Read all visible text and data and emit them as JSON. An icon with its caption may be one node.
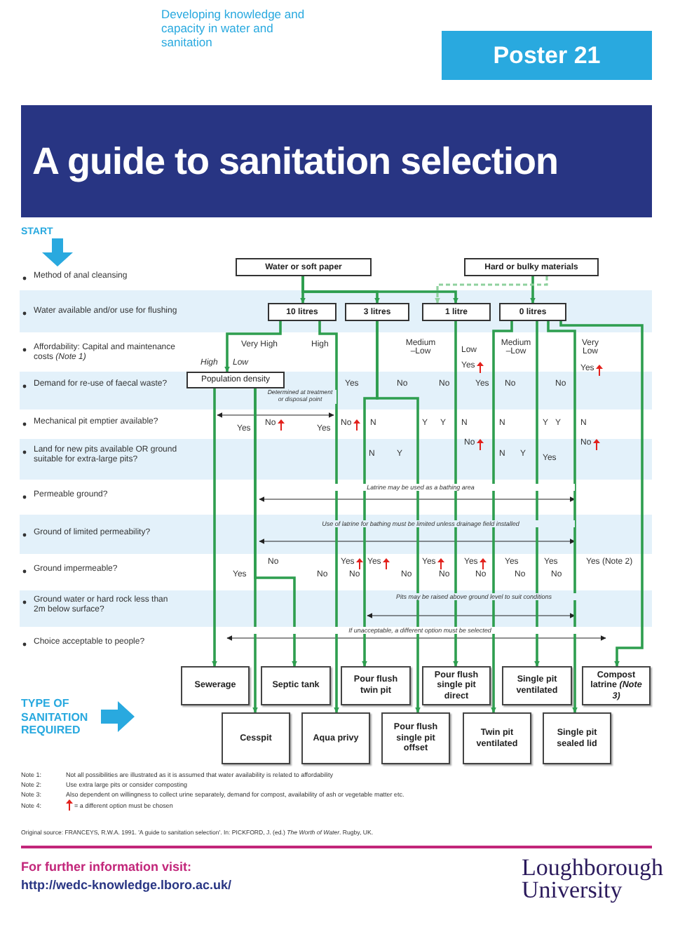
{
  "diagram": {
    "title": "A guide to sanitation selection",
    "nodes": [
      {
        "text": [
          "Water or soft paper"
        ]
      },
      {
        "text": [
          "Hard or bulky materials"
        ]
      },
      {
        "text": [
          "10 litres"
        ]
      },
      {
        "text": [
          "3 litres"
        ]
      },
      {
        "text": [
          "1 litre"
        ]
      },
      {
        "text": [
          "0 litres"
        ]
      },
      {
        "text": [
          "Population density"
        ]
      },
      {
        "text": [
          "Sewerage"
        ]
      },
      {
        "text": [
          "Septic tank"
        ]
      },
      {
        "text": [
          "Pour flush twin pit"
        ]
      },
      {
        "text": [
          "Pour flush single pit direct"
        ]
      },
      {
        "text": [
          "Single pit ventilated"
        ]
      },
      {
        "text": [
          "Compost latrine *(Note 3)*"
        ]
      },
      {
        "text": [
          "Cesspit"
        ]
      },
      {
        "text": [
          "Aqua privy"
        ]
      },
      {
        "text": [
          "Pour flush single pit offset"
        ]
      },
      {
        "text": [
          "Twin pit ventilated"
        ]
      },
      {
        "text": [
          "Single pit sealed lid"
        ]
      }
    ],
    "edges": [
      {
        "from": 0,
        "to": 2,
        "arrow": "to"
      },
      {
        "from": 0,
        "to": 3,
        "arrow": "to"
      },
      {
        "from": 0,
        "to": 4,
        "arrow": "to"
      },
      {
        "from": 1,
        "to": 5,
        "arrow": "to"
      },
      {
        "from": 1,
        "to": 4,
        "arrow": "to",
        "style": "dashed",
        "color": "#8fd19e"
      },
      {
        "from": 2,
        "to": 6,
        "arrow": "to"
      },
      {
        "from": 2,
        "to": 14,
        "arrow": "to"
      },
      {
        "from": 6,
        "to": 7,
        "arrow": "to"
      },
      {
        "from": 6,
        "to": 13,
        "arrow": "to"
      },
      {
        "from": 6,
        "to": 8,
        "arrow": "to"
      },
      {
        "from": 3,
        "to": 9,
        "arrow": "to"
      },
      {
        "from": 3,
        "to": 15,
        "arrow": "to"
      },
      {
        "from": 4,
        "to": 10,
        "arrow": "to"
      },
      {
        "from": 5,
        "to": 16,
        "arrow": "to"
      },
      {
        "from": 5,
        "to": 11,
        "arrow": "to"
      },
      {
        "from": 5,
        "to": 17,
        "arrow": "to"
      },
      {
        "from": 5,
        "to": 12,
        "arrow": "to"
      }
    ],
    "labels": [
      "Developing knowledge and capacity in water and sanitation",
      "Poster 21",
      "START",
      "Method of anal cleansing",
      "Water available and/or use for flushing",
      "Affordability: Capital and maintenance costs *(Note 1)*",
      "Demand for re-use of faecal waste?",
      "Mechanical pit emptier available?",
      "Land for new pits available OR ground suitable for extra-large pits?",
      "Permeable ground?",
      "Ground of limited permeability?",
      "Ground impermeable?",
      "Ground water or hard rock less than 2m below surface?",
      "Choice acceptable to people?",
      "Very High",
      "High",
      "Medium –Low",
      "Low",
      "Medium –Low",
      "Very Low",
      "High",
      "Low",
      "Yes",
      "Yes",
      "Yes",
      "No",
      "No",
      "Yes",
      "No",
      "No",
      "Determined at treatment or disposal point",
      "Yes",
      "No",
      "Yes",
      "No",
      "N",
      "Y",
      "Y",
      "N",
      "N",
      "Y",
      "Y",
      "N",
      "No",
      "No",
      "N",
      "Y",
      "N",
      "Y",
      "Yes",
      "Latrine may be used as a bathing area",
      "Use of latrine for bathing must be limited unless drainage field installed",
      "No",
      "Yes",
      "Yes",
      "Yes",
      "Yes",
      "Yes",
      "Yes",
      "Yes (Note 2)",
      "Yes",
      "No",
      "No",
      "No",
      "No",
      "No",
      "No",
      "No",
      "Pits may be raised above ground level to suit conditions",
      "If unacceptable, a different option must be selected",
      "TYPE OF SANITATION REQUIRED",
      "Note 1:",
      "Not all possibilities are illustrated as it is assumed that water availability is related to affordability",
      "Note 2:",
      "Use extra large pits or consider composting",
      "Note 3:",
      "Also dependent on willingness to collect urine separately, demand for compost, availability of ash or vegetable matter etc.",
      "Note 4:",
      "= a different option must be chosen",
      "Original source: FRANCEYS, R.W.A. 1991. 'A guide to sanitation selection'. In: PICKFORD, J. (ed.) *The Worth of Water*. Rugby, UK.",
      "For further information visit:",
      "http://wedc-knowledge.lboro.ac.uk/",
      "Loughborough University"
    ]
  }
}
